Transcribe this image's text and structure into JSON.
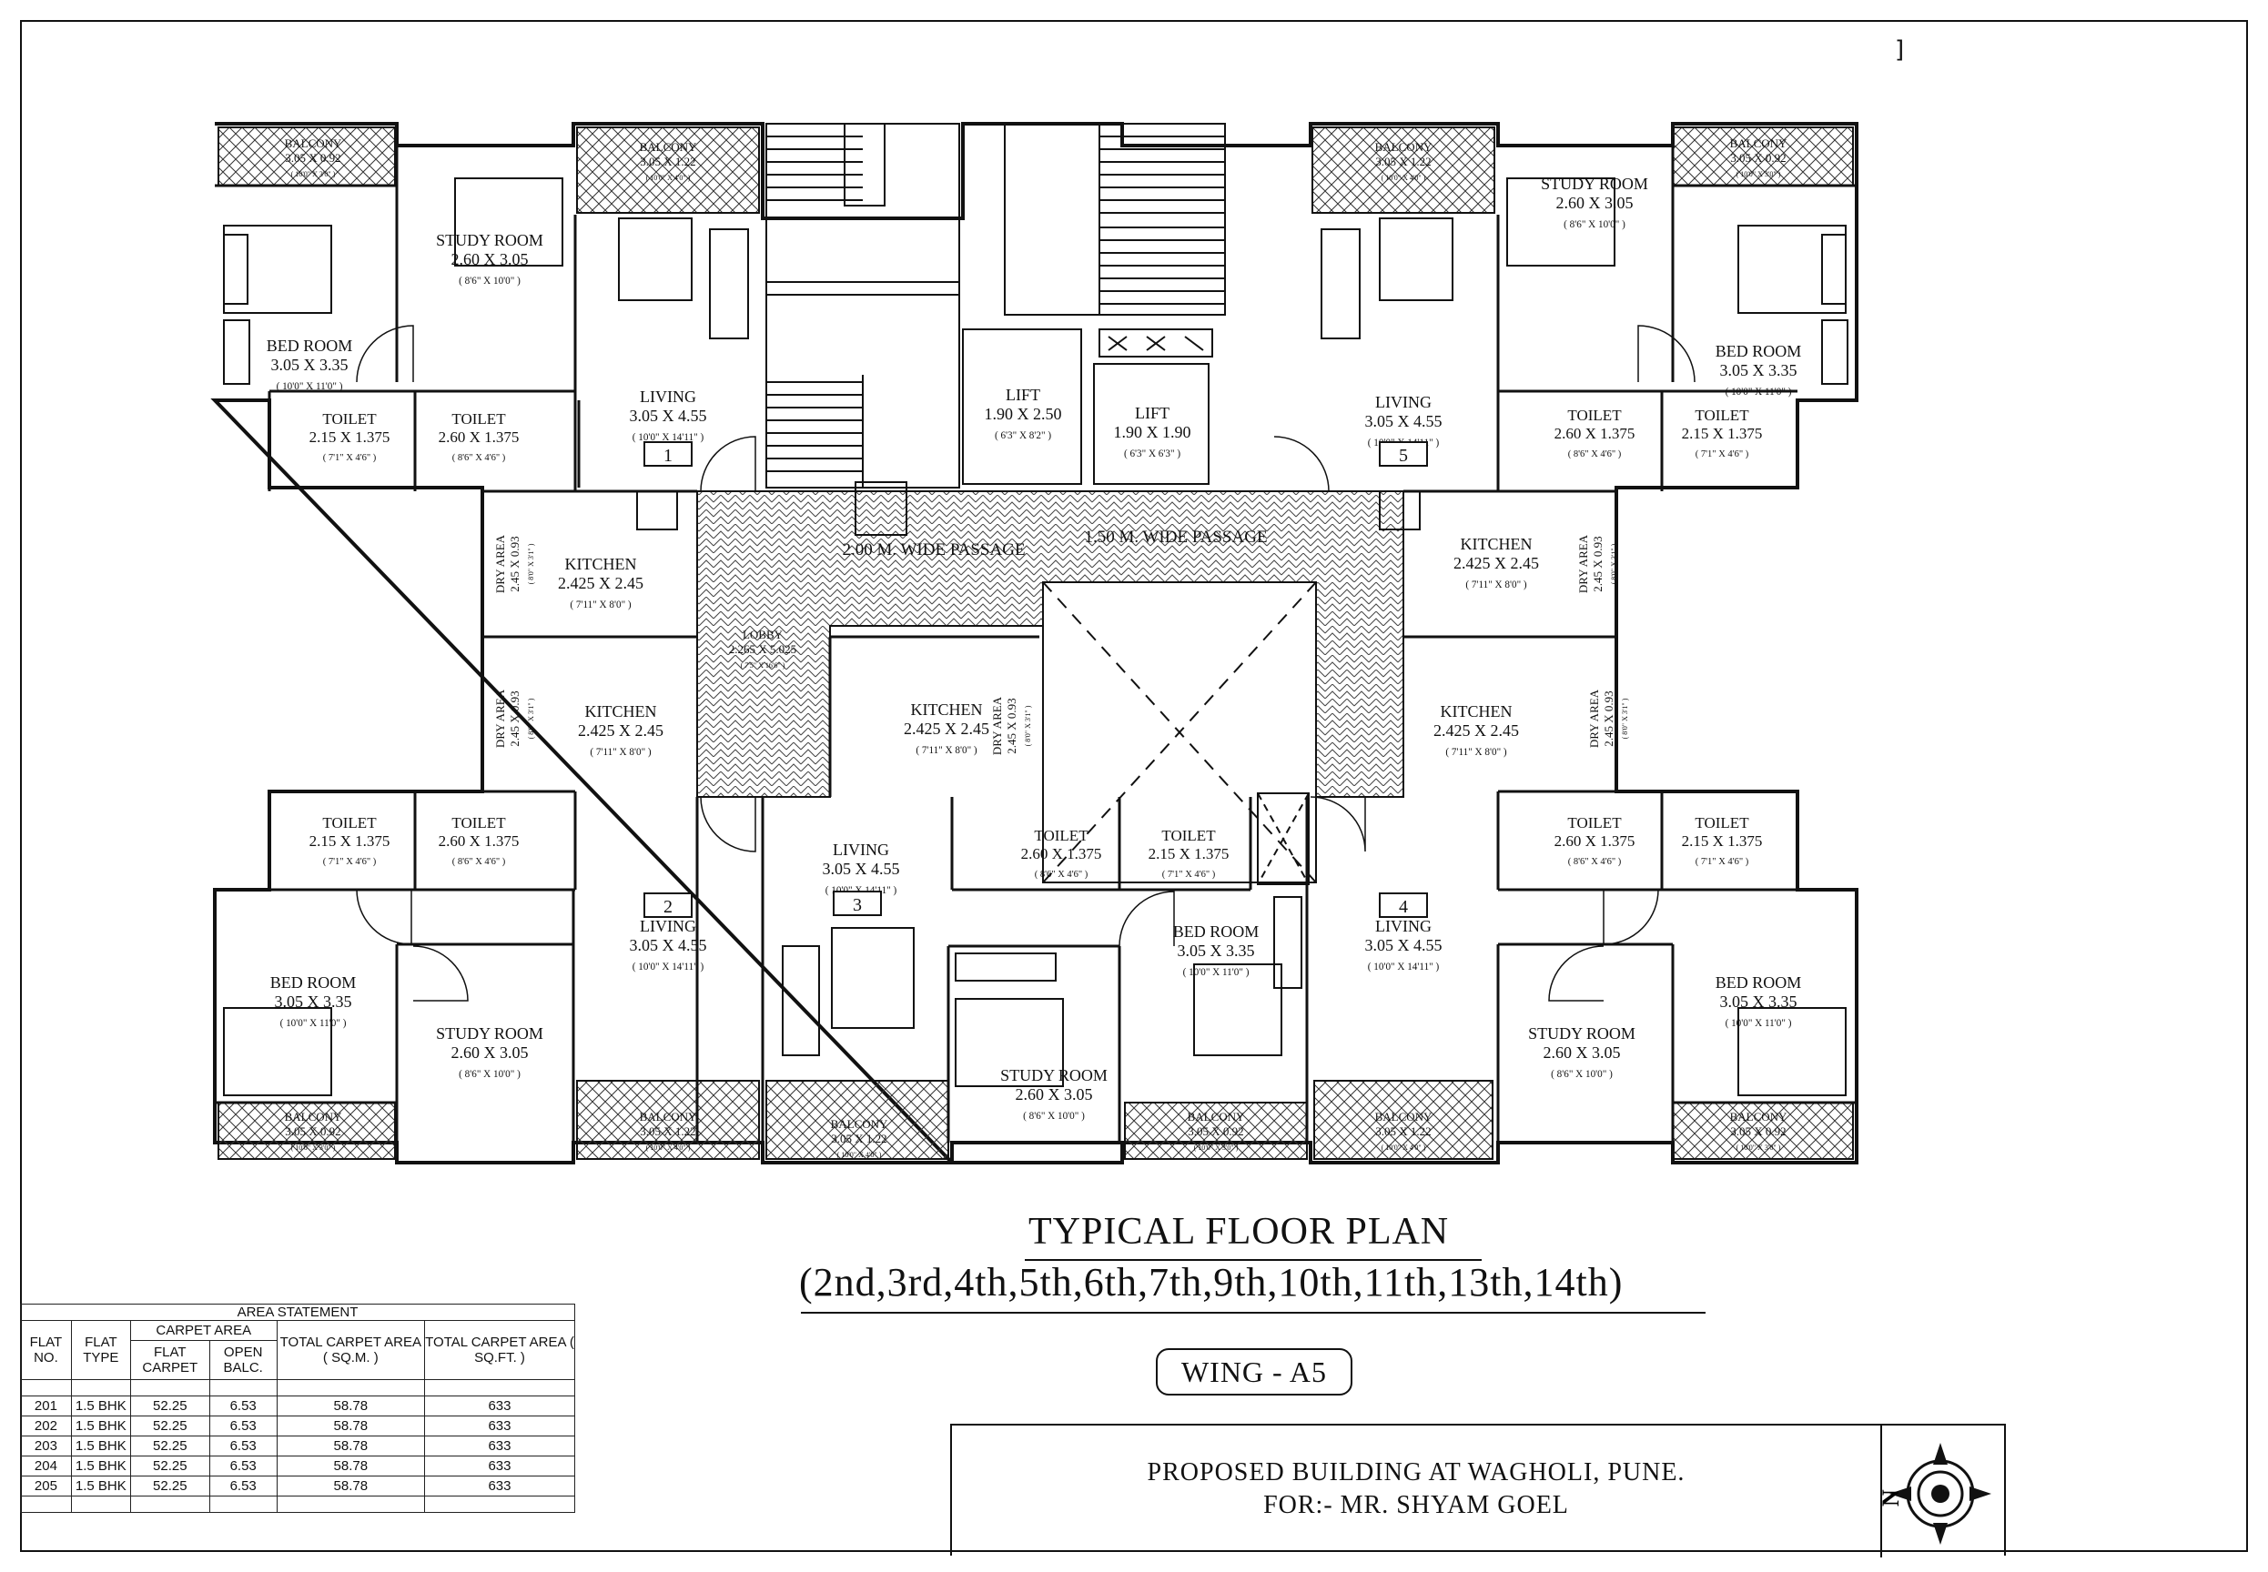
{
  "corner_mark": "]",
  "plan": {
    "flats": [
      {
        "no": "1",
        "bed": {
          "name": "BED ROOM",
          "dim": "3.05 X 3.35",
          "imp": "( 10'0\" X 11'0\" )"
        },
        "study": {
          "name": "STUDY ROOM",
          "dim": "2.60 X 3.05",
          "imp": "( 8'6\" X 10'0\" )"
        },
        "living": {
          "name": "LIVING",
          "dim": "3.05 X 4.55",
          "imp": "( 10'0\" X 14'11\" )"
        },
        "toilet1": {
          "name": "TOILET",
          "dim": "2.15 X 1.375",
          "imp": "( 7'1\" X 4'6\" )"
        },
        "toilet2": {
          "name": "TOILET",
          "dim": "2.60 X 1.375",
          "imp": "( 8'6\" X 4'6\" )"
        },
        "kitchen": {
          "name": "KITCHEN",
          "dim": "2.425 X 2.45",
          "imp": "( 7'11\" X 8'0\" )"
        },
        "dry": {
          "name": "DRY AREA",
          "dim": "2.45 X 0.93",
          "imp": "( 8'0\" X 3'1\" )"
        },
        "balc1": {
          "name": "BALCONY",
          "dim": "3.05 X 0.92",
          "imp": "( 10'0\" X 3'0\" )"
        },
        "balc2": {
          "name": "BALCONY",
          "dim": "3.05 X 1.22",
          "imp": "( 10'0\" X 4'0\" )"
        }
      },
      {
        "no": "2",
        "bed": {
          "name": "BED ROOM",
          "dim": "3.05 X 3.35",
          "imp": "( 10'0\" X 11'0\" )"
        },
        "study": {
          "name": "STUDY ROOM",
          "dim": "2.60 X 3.05",
          "imp": "( 8'6\" X 10'0\" )"
        },
        "living": {
          "name": "LIVING",
          "dim": "3.05 X 4.55",
          "imp": "( 10'0\" X 14'11\" )"
        },
        "toilet1": {
          "name": "TOILET",
          "dim": "2.15 X 1.375",
          "imp": "( 7'1\" X 4'6\" )"
        },
        "toilet2": {
          "name": "TOILET",
          "dim": "2.60 X 1.375",
          "imp": "( 8'6\" X 4'6\" )"
        },
        "kitchen": {
          "name": "KITCHEN",
          "dim": "2.425 X 2.45",
          "imp": "( 7'11\" X 8'0\" )"
        },
        "dry": {
          "name": "DRY AREA",
          "dim": "2.45 X 0.93",
          "imp": "( 8'0\" X 3'1\" )"
        },
        "balc1": {
          "name": "BALCONY",
          "dim": "3.05 X 0.92",
          "imp": "( 10'0\" X 3'0\" )"
        },
        "balc2": {
          "name": "BALCONY",
          "dim": "3.05 X 1.22",
          "imp": "( 10'0\" X 4'0\" )"
        }
      },
      {
        "no": "3",
        "bed": {
          "name": "BED ROOM",
          "dim": "3.05 X 3.35",
          "imp": "( 10'0\" X 11'0\" )"
        },
        "study": {
          "name": "STUDY ROOM",
          "dim": "2.60 X 3.05",
          "imp": "( 8'6\" X 10'0\" )"
        },
        "living": {
          "name": "LIVING",
          "dim": "3.05 X 4.55",
          "imp": "( 10'0\" X 14'11\" )"
        },
        "toilet1": {
          "name": "TOILET",
          "dim": "2.60 X 1.375",
          "imp": "( 8'6\" X 4'6\" )"
        },
        "toilet2": {
          "name": "TOILET",
          "dim": "2.15 X 1.375",
          "imp": "( 7'1\" X 4'6\" )"
        },
        "kitchen": {
          "name": "KITCHEN",
          "dim": "2.425 X 2.45",
          "imp": "( 7'11\" X 8'0\" )"
        },
        "dry": {
          "name": "DRY AREA",
          "dim": "2.45 X 0.93",
          "imp": "( 8'0\" X 3'1\" )"
        },
        "balc1": {
          "name": "BALCONY",
          "dim": "3.05 X 1.22",
          "imp": "( 10'0\" X 4'0\" )"
        },
        "balc2": {
          "name": "BALCONY",
          "dim": "3.05 X 0.92",
          "imp": "( 10'0\" X 3'0\" )"
        }
      },
      {
        "no": "4",
        "bed": {
          "name": "BED ROOM",
          "dim": "3.05 X 3.35",
          "imp": "( 10'0\" X 11'0\" )"
        },
        "study": {
          "name": "STUDY ROOM",
          "dim": "2.60 X 3.05",
          "imp": "( 8'6\" X 10'0\" )"
        },
        "living": {
          "name": "LIVING",
          "dim": "3.05 X 4.55",
          "imp": "( 10'0\" X 14'11\" )"
        },
        "toilet1": {
          "name": "TOILET",
          "dim": "2.60 X 1.375",
          "imp": "( 8'6\" X 4'6\" )"
        },
        "toilet2": {
          "name": "TOILET",
          "dim": "2.15 X 1.375",
          "imp": "( 7'1\" X 4'6\" )"
        },
        "kitchen": {
          "name": "KITCHEN",
          "dim": "2.425 X 2.45",
          "imp": "( 7'11\" X 8'0\" )"
        },
        "dry": {
          "name": "DRY AREA",
          "dim": "2.45 X 0.93",
          "imp": "( 8'0\" X 3'1\" )"
        },
        "balc1": {
          "name": "BALCONY",
          "dim": "3.05 X 1.22",
          "imp": "( 10'0\" X 4'0\" )"
        },
        "balc2": {
          "name": "BALCONY",
          "dim": "3.05 X 0.92",
          "imp": "( 10'0\" X 3'0\" )"
        }
      },
      {
        "no": "5",
        "bed": {
          "name": "BED ROOM",
          "dim": "3.05 X 3.35",
          "imp": "( 10'0\" X 11'0\" )"
        },
        "study": {
          "name": "STUDY ROOM",
          "dim": "2.60 X 3.05",
          "imp": "( 8'6\" X 10'0\" )"
        },
        "living": {
          "name": "LIVING",
          "dim": "3.05 X 4.55",
          "imp": "( 10'0\" X 14'11\" )"
        },
        "toilet1": {
          "name": "TOILET",
          "dim": "2.60 X 1.375",
          "imp": "( 8'6\" X 4'6\" )"
        },
        "toilet2": {
          "name": "TOILET",
          "dim": "2.15 X 1.375",
          "imp": "( 7'1\" X 4'6\" )"
        },
        "kitchen": {
          "name": "KITCHEN",
          "dim": "2.425 X 2.45",
          "imp": "( 7'11\" X 8'0\" )"
        },
        "dry": {
          "name": "DRY AREA",
          "dim": "2.45 X 0.93",
          "imp": "( 8'0\" X 3'1\" )"
        },
        "balc1": {
          "name": "BALCONY",
          "dim": "3.05 X 1.22",
          "imp": "( 10'0\" X 4'0\" )"
        },
        "balc2": {
          "name": "BALCONY",
          "dim": "3.05 X 0.92",
          "imp": "( 10'0\" X 3'0\" )"
        }
      }
    ],
    "lift1": {
      "name": "LIFT",
      "dim": "1.90 X 2.50",
      "imp": "( 6'3\" X 8'2\" )"
    },
    "lift2": {
      "name": "LIFT",
      "dim": "1.90 X 1.90",
      "imp": "( 6'3\" X 6'3\" )"
    },
    "passage_a": "2.00 M. WIDE PASSAGE",
    "passage_b": "1.50 M. WIDE PASSAGE",
    "lobby": {
      "name": "LOBBY",
      "dim": "2.265 X 5.025",
      "imp": "( 7'5\" X 16'6\" )"
    }
  },
  "area_statement": {
    "title": "AREA STATEMENT",
    "headers": {
      "flat_no": "FLAT NO.",
      "flat_type": "FLAT TYPE",
      "carpet_area": "CARPET AREA",
      "flat_carpet": "FLAT CARPET",
      "open_balc": "OPEN BALC.",
      "total_sqm": "TOTAL CARPET AREA ( SQ.M. )",
      "total_sqft": "TOTAL CARPET AREA ( SQ.FT. )"
    },
    "rows": [
      [
        "201",
        "1.5 BHK",
        "52.25",
        "6.53",
        "58.78",
        "633"
      ],
      [
        "202",
        "1.5 BHK",
        "52.25",
        "6.53",
        "58.78",
        "633"
      ],
      [
        "203",
        "1.5 BHK",
        "52.25",
        "6.53",
        "58.78",
        "633"
      ],
      [
        "204",
        "1.5 BHK",
        "52.25",
        "6.53",
        "58.78",
        "633"
      ],
      [
        "205",
        "1.5 BHK",
        "52.25",
        "6.53",
        "58.78",
        "633"
      ]
    ]
  },
  "title": {
    "line1": "TYPICAL FLOOR PLAN",
    "line2": "(2nd,3rd,4th,5th,6th,7th,9th,10th,11th,13th,14th)"
  },
  "wing": "WING - A5",
  "title_block": {
    "line1": "PROPOSED BUILDING AT WAGHOLI, PUNE.",
    "line2": "FOR:- MR. SHYAM GOEL"
  },
  "compass_label": "N"
}
